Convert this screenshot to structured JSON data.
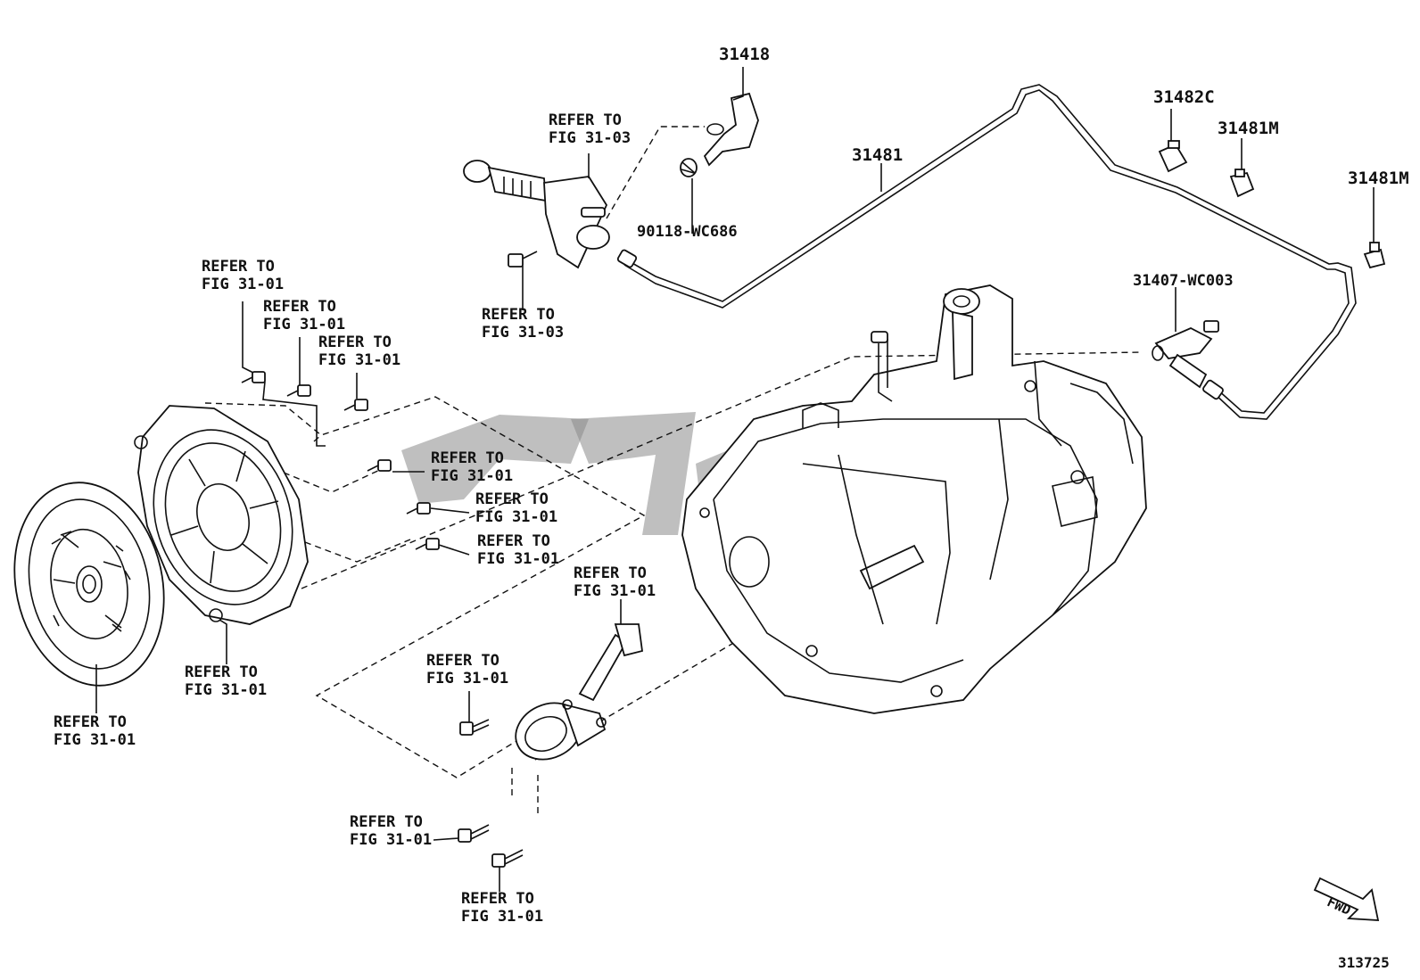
{
  "diagram": {
    "refer_labels": [
      {
        "id": "ref-bolt-1",
        "line1": "REFER TO",
        "line2": "FIG 31-01"
      },
      {
        "id": "ref-bolt-2",
        "line1": "REFER TO",
        "line2": "FIG 31-01"
      },
      {
        "id": "ref-bolt-3",
        "line1": "REFER TO",
        "line2": "FIG 31-01"
      },
      {
        "id": "ref-bolt-4",
        "line1": "REFER TO",
        "line2": "FIG 31-01"
      },
      {
        "id": "ref-bolt-5",
        "line1": "REFER TO",
        "line2": "FIG 31-01"
      },
      {
        "id": "ref-bolt-6",
        "line1": "REFER TO",
        "line2": "FIG 31-01"
      },
      {
        "id": "ref-master-cyl",
        "line1": "REFER TO",
        "line2": "FIG 31-03"
      },
      {
        "id": "ref-master-bolt",
        "line1": "REFER TO",
        "line2": "FIG 31-03"
      },
      {
        "id": "ref-cover",
        "line1": "REFER TO",
        "line2": "FIG 31-01"
      },
      {
        "id": "ref-disc",
        "line1": "REFER TO",
        "line2": "FIG 31-01"
      },
      {
        "id": "ref-release-hose",
        "line1": "REFER TO",
        "line2": "FIG 31-01"
      },
      {
        "id": "ref-release-bolt-1",
        "line1": "REFER TO",
        "line2": "FIG 31-01"
      },
      {
        "id": "ref-release-bolt-2",
        "line1": "REFER TO",
        "line2": "FIG 31-01"
      },
      {
        "id": "ref-release-bolt-3",
        "line1": "REFER TO",
        "line2": "FIG 31-01"
      }
    ],
    "part_numbers": {
      "p31418": "31418",
      "p90118": "90118-WC686",
      "p31481": "31481",
      "p31482c": "31482C",
      "p31481m_a": "31481M",
      "p31481m_b": "31481M",
      "p31407": "31407-WC003"
    },
    "fwd_label": "FWD",
    "diagram_number": "313725"
  }
}
